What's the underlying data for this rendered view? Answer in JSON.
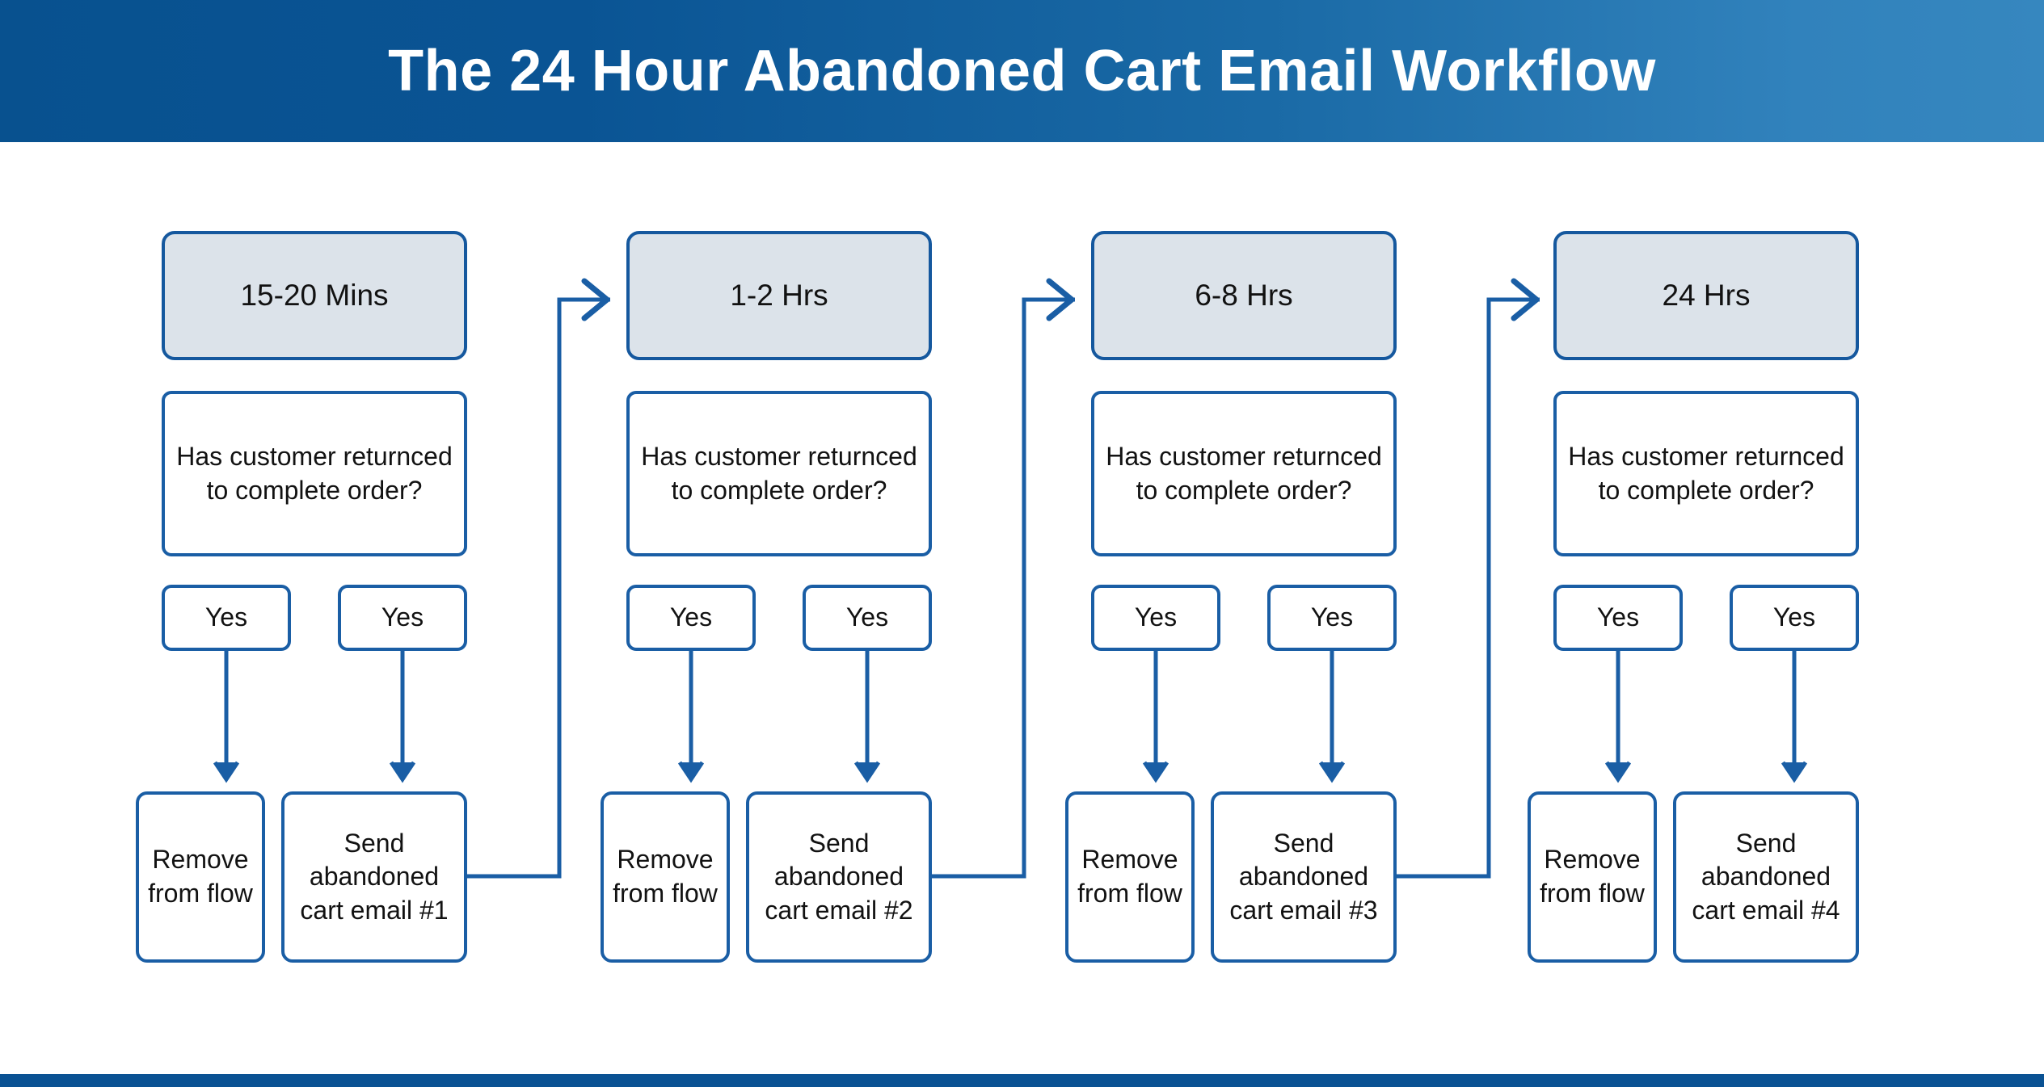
{
  "header": {
    "title": "The 24 Hour Abandoned Cart Email Workflow",
    "gradient_from": "#08518f",
    "gradient_to": "#3687bf",
    "text_color": "#ffffff"
  },
  "theme": {
    "border_color": "#1a5ea5",
    "timing_fill": "#dce3ea",
    "box_fill": "#ffffff",
    "text_color": "#121212",
    "connector_color": "#1a5ea5",
    "bottom_bar_color": "#0a5293"
  },
  "diagram": {
    "type": "flowchart",
    "columns": [
      {
        "id": "stage-1",
        "timing": "15-20 Mins",
        "question": "Has customer returnced to complete order?",
        "branch_left_label": "Yes",
        "branch_right_label": "Yes",
        "action_left": "Remove from flow",
        "action_right": "Send abandoned cart email #1"
      },
      {
        "id": "stage-2",
        "timing": "1-2 Hrs",
        "question": "Has customer returnced to complete order?",
        "branch_left_label": "Yes",
        "branch_right_label": "Yes",
        "action_left": "Remove from flow",
        "action_right": "Send abandoned cart email #2"
      },
      {
        "id": "stage-3",
        "timing": "6-8 Hrs",
        "question": "Has customer returnced to complete order?",
        "branch_left_label": "Yes",
        "branch_right_label": "Yes",
        "action_left": "Remove from flow",
        "action_right": "Send abandoned cart email #3"
      },
      {
        "id": "stage-4",
        "timing": "24 Hrs",
        "question": "Has customer returnced to complete order?",
        "branch_left_label": "Yes",
        "branch_right_label": "Yes",
        "action_left": "Remove from flow",
        "action_right": "Send abandoned cart email #4"
      }
    ],
    "connectors": [
      {
        "from": "stage-1.action_right",
        "to": "stage-2.timing",
        "arrow": "chevron-right"
      },
      {
        "from": "stage-2.action_right",
        "to": "stage-3.timing",
        "arrow": "chevron-right"
      },
      {
        "from": "stage-3.action_right",
        "to": "stage-4.timing",
        "arrow": "chevron-right"
      }
    ]
  }
}
